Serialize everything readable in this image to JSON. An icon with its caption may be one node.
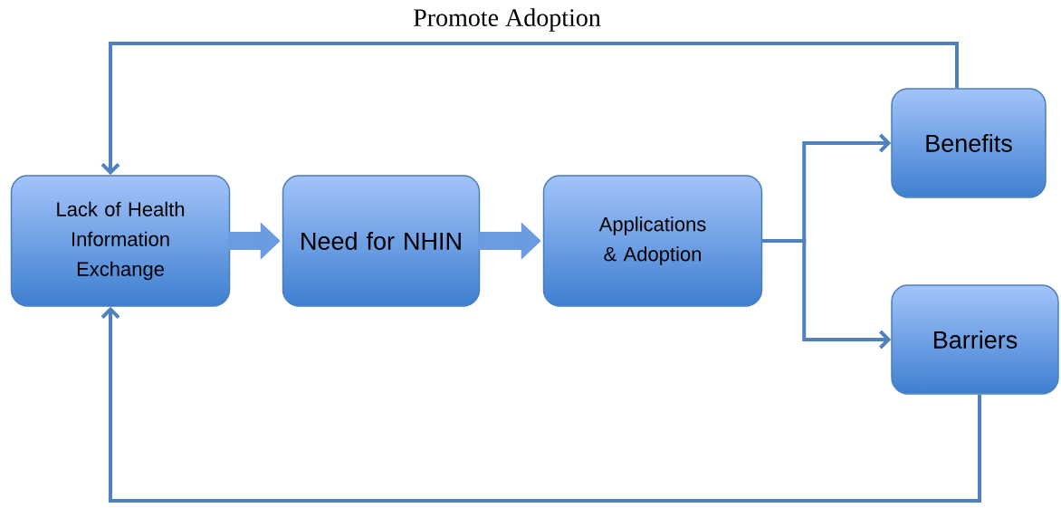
{
  "diagram": {
    "nodes": [
      {
        "text": [
          "Lack of Health Information Exchange"
        ]
      },
      {
        "text": [
          "Need for NHIN"
        ]
      },
      {
        "text": [
          "Applications & Adoption"
        ]
      },
      {
        "text": [
          "Benefits"
        ]
      },
      {
        "text": [
          "Barriers"
        ]
      }
    ],
    "edges": [
      {
        "from": 0,
        "to": 1,
        "arrow": "to",
        "style": "thick"
      },
      {
        "from": 1,
        "to": 2,
        "arrow": "to",
        "style": "thick"
      },
      {
        "from": 2,
        "to": 3,
        "arrow": "to"
      },
      {
        "from": 2,
        "to": 4,
        "arrow": "to"
      },
      {
        "from": 3,
        "to": 0,
        "arrow": "to",
        "label": "Promote Adoption"
      },
      {
        "from": 4,
        "to": 0,
        "arrow": "to"
      }
    ]
  }
}
